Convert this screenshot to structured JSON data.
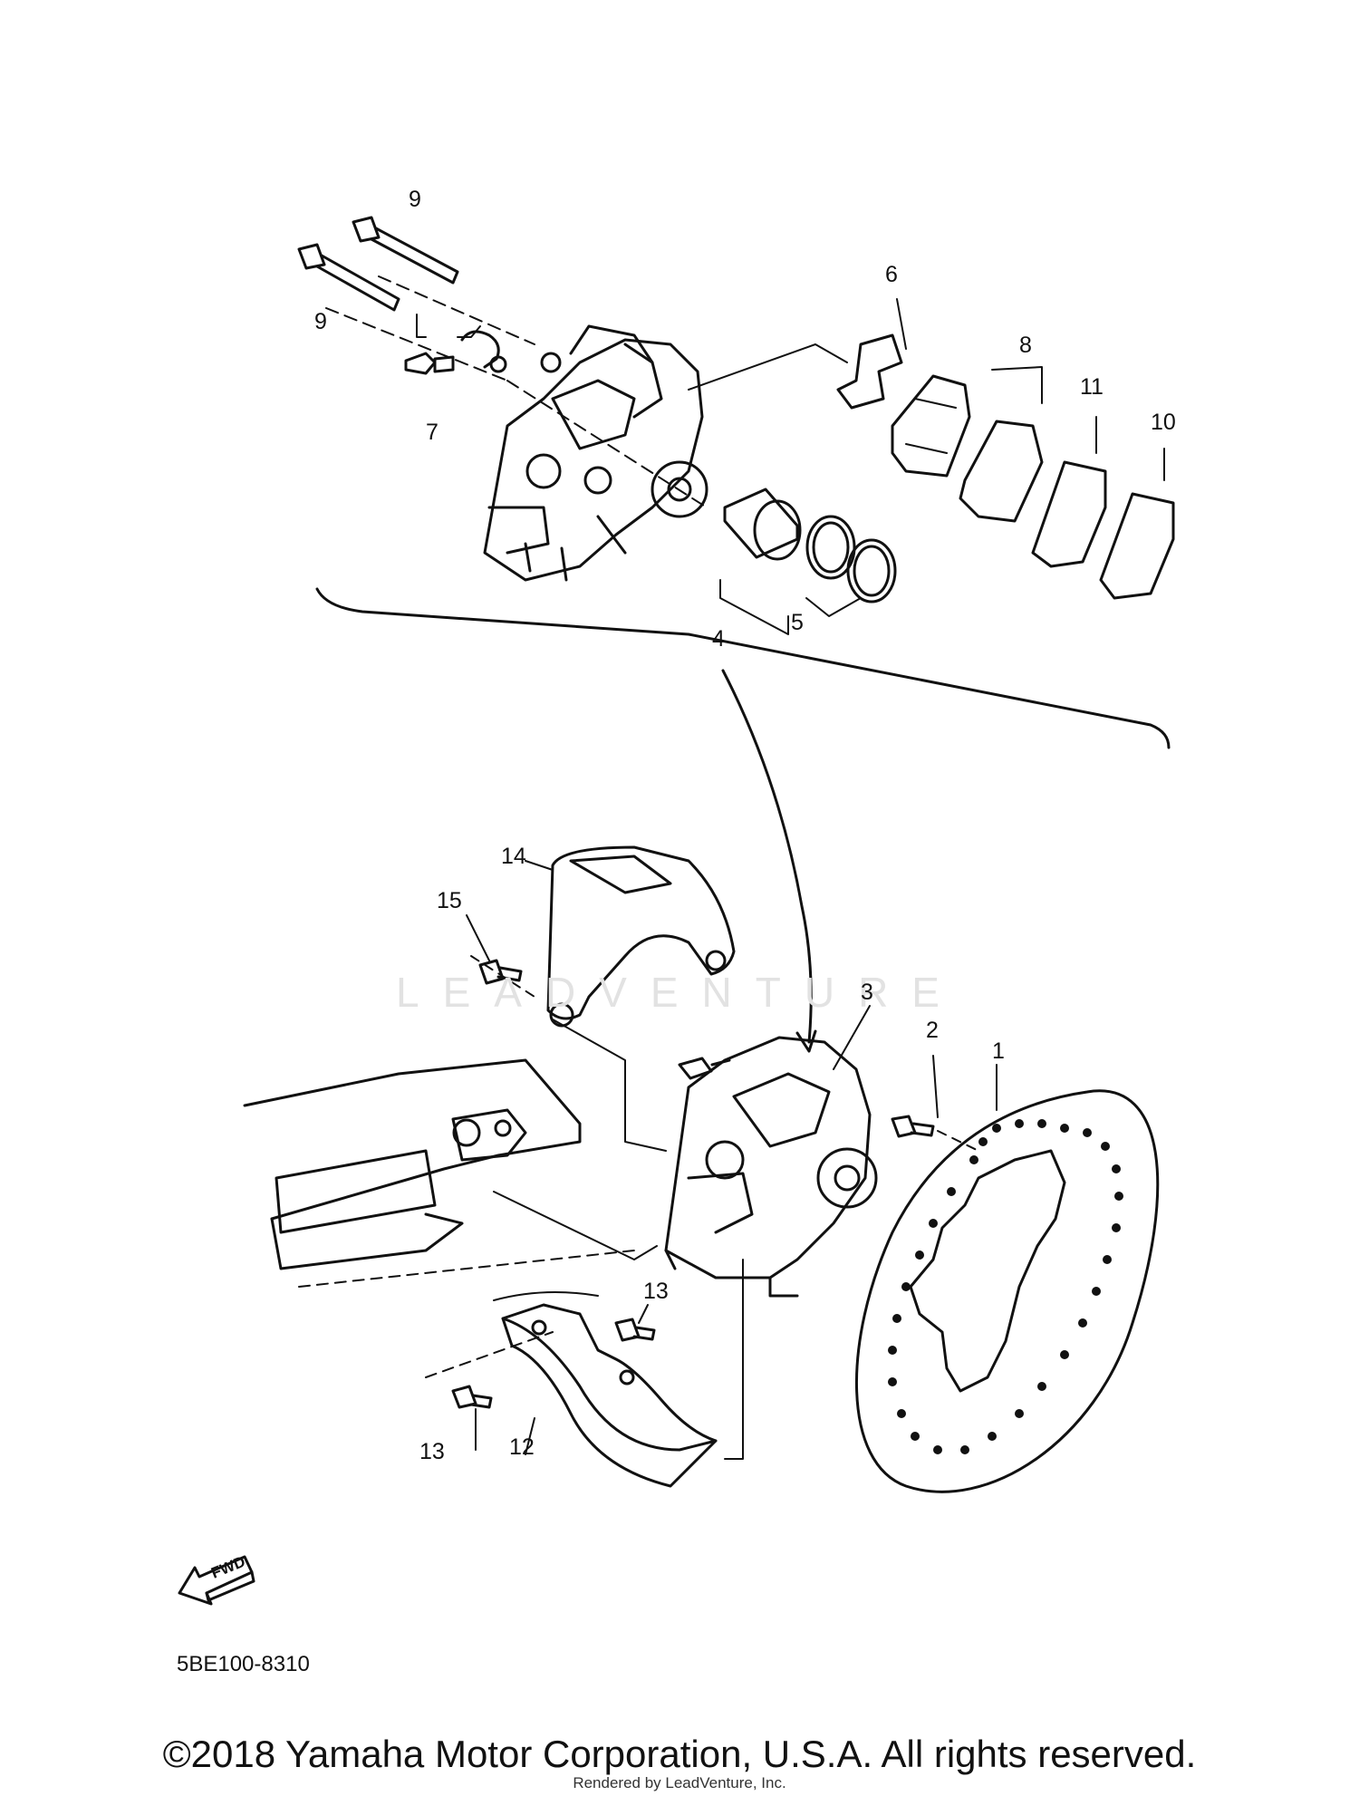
{
  "watermark": {
    "brand": "LEADVENTURE"
  },
  "diagram_code": "5BE100-8310",
  "fwd_label": "FWD",
  "callouts": {
    "c1": "1",
    "c2": "2",
    "c3": "3",
    "c4": "4",
    "c5": "5",
    "c6": "6",
    "c7": "7",
    "c8": "8",
    "c9a": "9",
    "c9b": "9",
    "c10": "10",
    "c11": "11",
    "c12": "12",
    "c13a": "13",
    "c13b": "13",
    "c14": "14",
    "c15": "15"
  },
  "footer": {
    "copyright": "©2018 Yamaha Motor Corporation, U.S.A. All rights reserved.",
    "rendered_by": "Rendered by LeadVenture, Inc."
  }
}
